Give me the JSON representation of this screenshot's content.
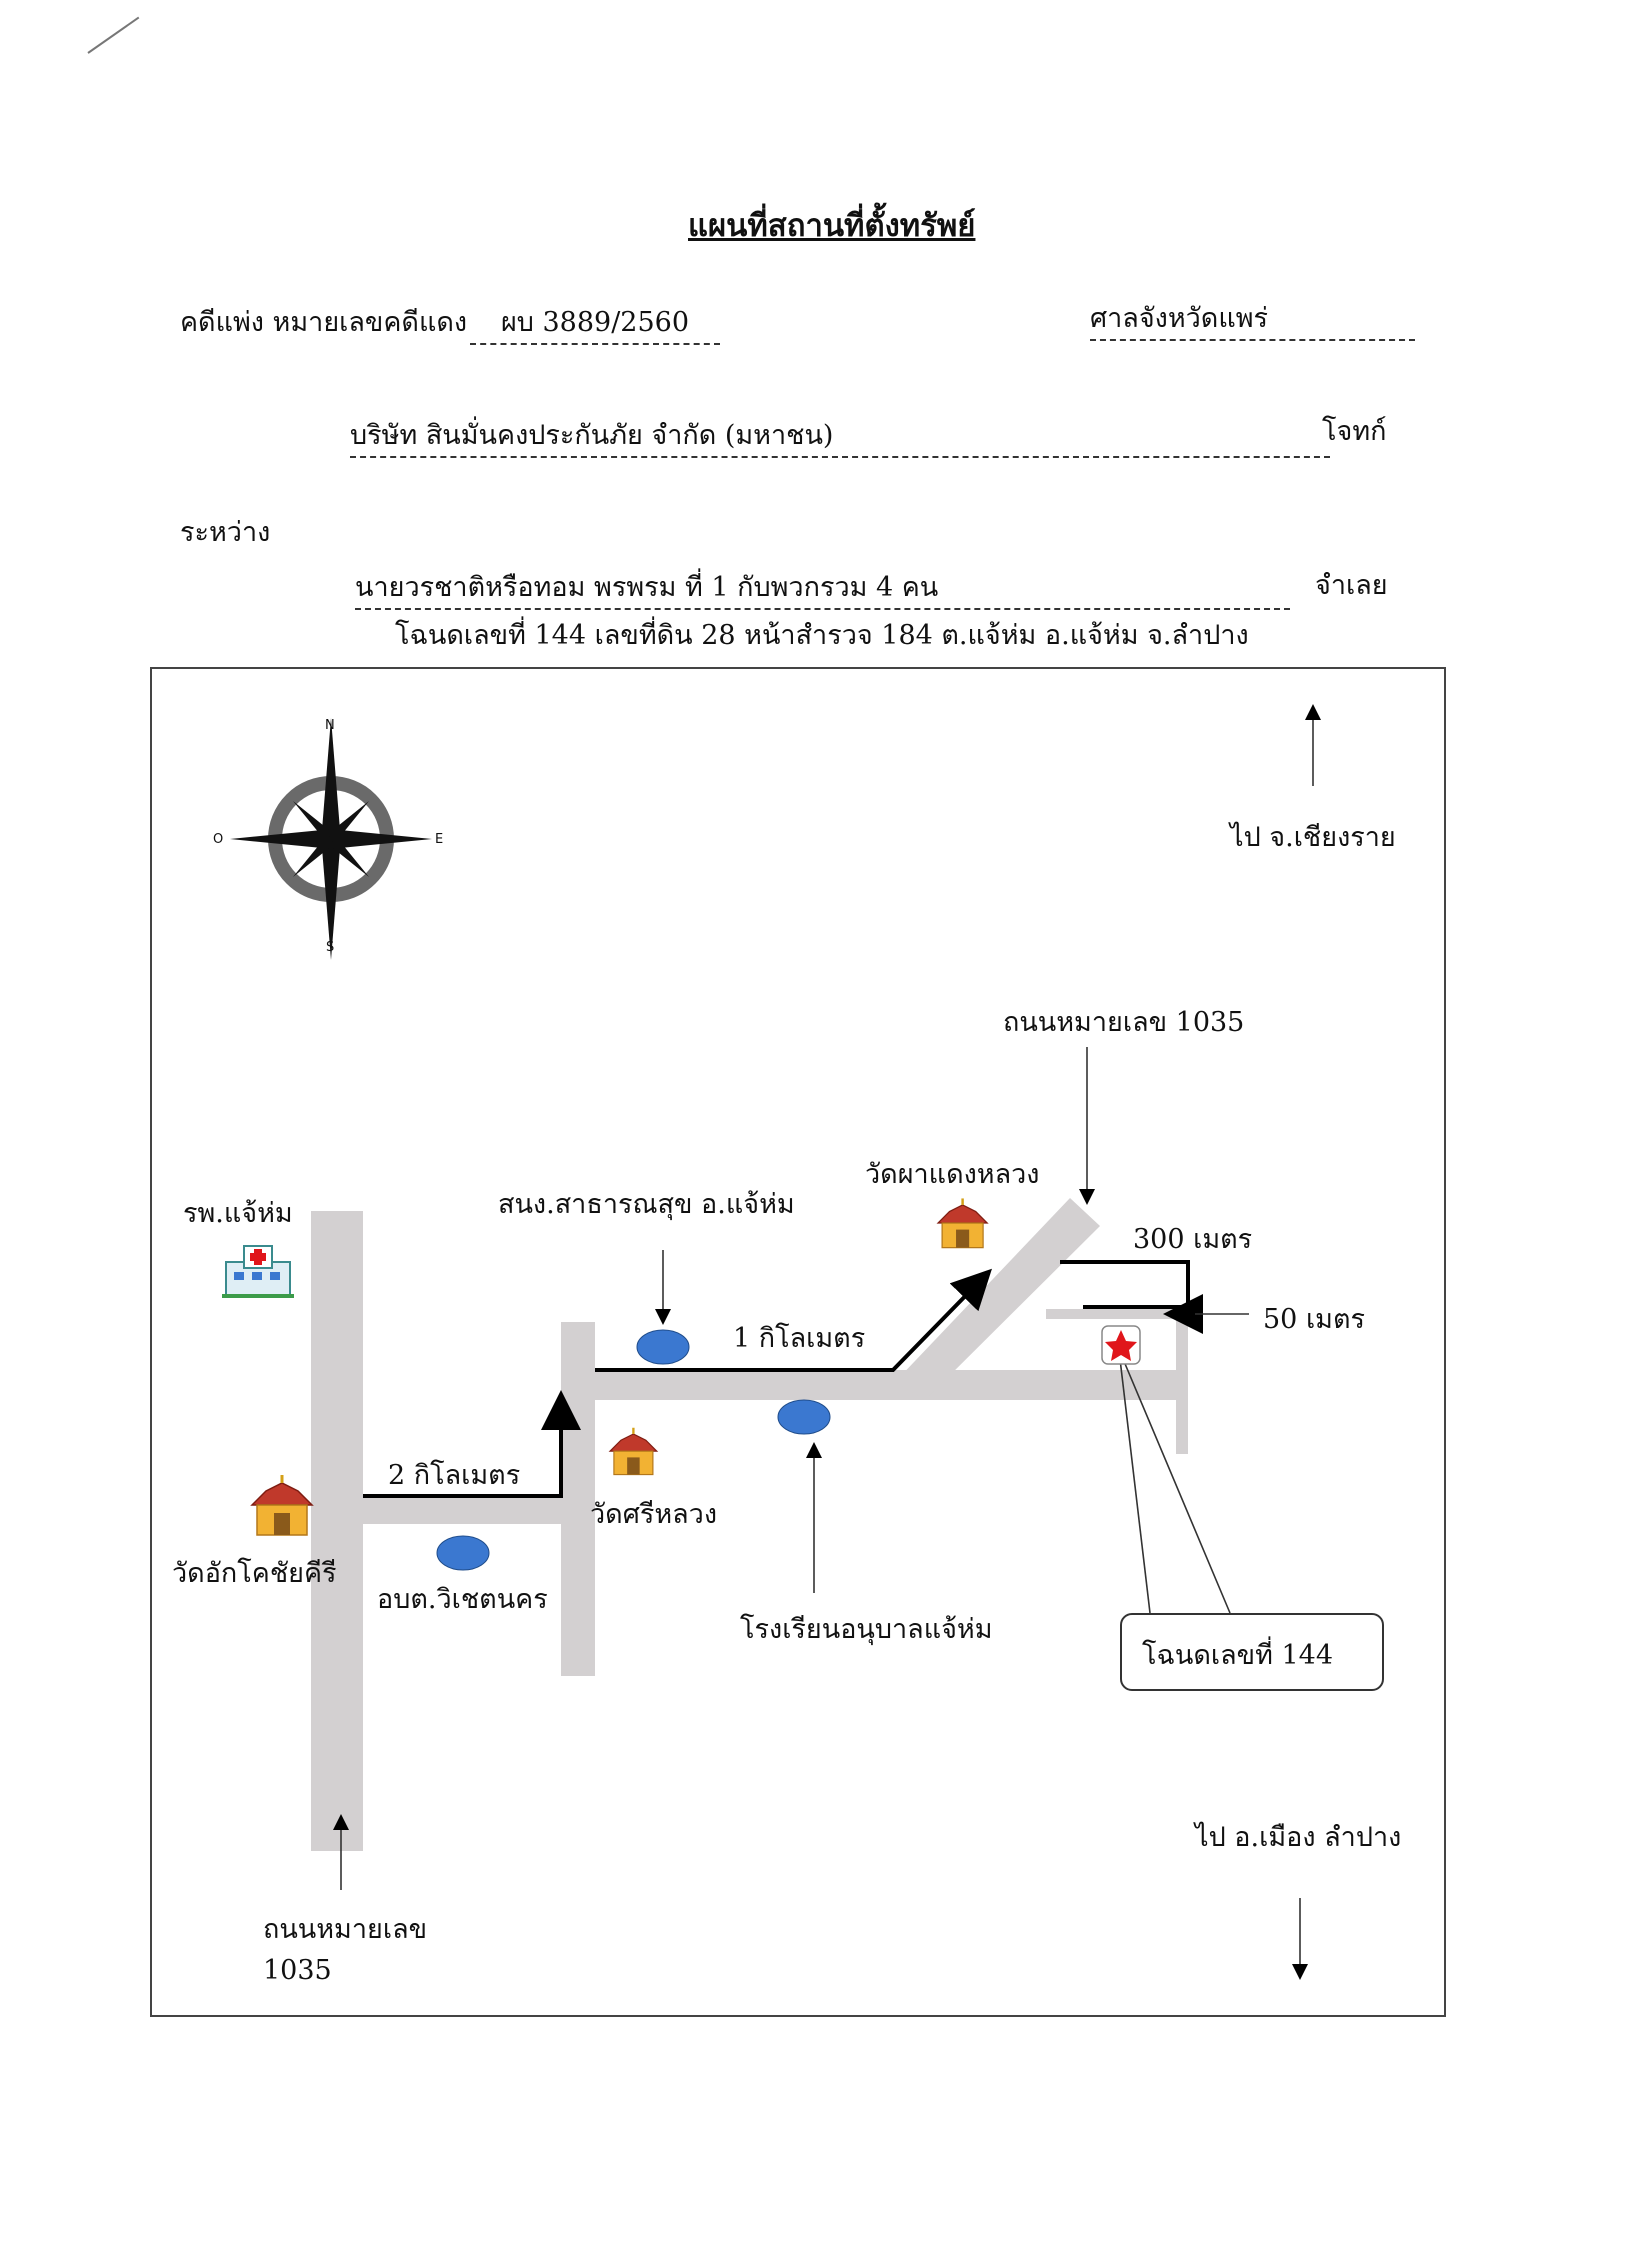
{
  "header": {
    "title": "แผนที่สถานที่ตั้งทรัพย์",
    "case_prefix": "คดีแพ่ง  หมายเลขคดีแดง",
    "case_number": "ผบ 3889/2560",
    "court": "ศาลจังหวัดแพร่",
    "plaintiff_name": "บริษัท สินมั่นคงประกันภัย จำกัด (มหาชน)",
    "plaintiff_role": "โจทก์",
    "between": "ระหว่าง",
    "defendant_name": "นายวรชาติหรือทอม  พรพรม  ที่ 1 กับพวกรวม 4 คน",
    "defendant_role": "จำเลย",
    "deed": "โฉนดเลขที่ 144  เลขที่ดิน 28  หน้าสำรวจ  184  ต.แจ้ห่ม อ.แจ้ห่ม จ.ลำปาง"
  },
  "map": {
    "compass": {
      "n": "N",
      "s": "S",
      "e": "E",
      "o": "O"
    },
    "to_chiang_rai": "ไป จ.เชียงราย",
    "to_lampang": "ไป อ.เมือง ลำปาง",
    "road_top": "ถนนหมายเลข 1035",
    "road_bottom_line1": "ถนนหมายเลข",
    "road_bottom_line2": "1035",
    "hospital": "รพ.แจ้ห่ม",
    "wat_akhot": "วัดอักโคชัยคีรี",
    "wat_si_luang": "วัดศรีหลวง",
    "wat_pha_daeng": "วัดผาแดงหลวง",
    "health_office": "สนง.สาธารณสุข อ.แจ้ห่ม",
    "sao": "อบต.วิเชตนคร",
    "kindergarten": "โรงเรียนอนุบาลแจ้ห่ม",
    "dist_2km": "2 กิโลเมตร",
    "dist_1km": "1 กิโลเมตร",
    "dist_300m": "300 เมตร",
    "dist_50m": "50 เมตร",
    "deed_callout": "โฉนดเลขที่ 144",
    "colors": {
      "road": "#d3d0d1",
      "route": "#000000",
      "marker": "#e0161b",
      "landmark": "#3b78d0"
    },
    "icons": {
      "hospital": "hospital-icon",
      "temple": "temple-icon",
      "property": "star-icon"
    }
  }
}
